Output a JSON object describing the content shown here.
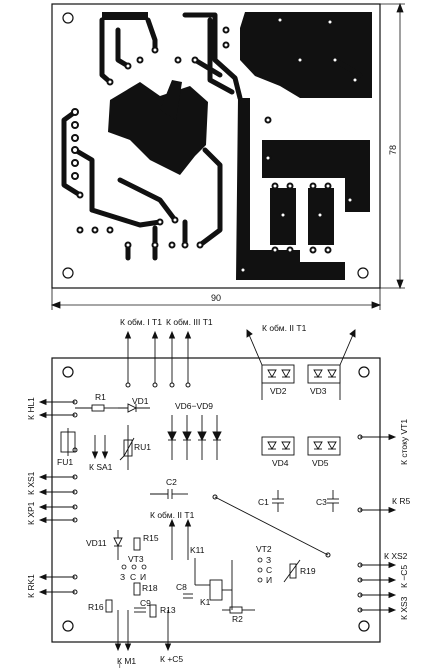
{
  "pcb": {
    "dim_width": "90",
    "dim_height": "78"
  },
  "schematic": {
    "top_labels": [
      "К обм. I Т1",
      "К обм. III Т1",
      "К обм. II Т1"
    ],
    "left_labels": [
      "К HL1",
      "К XS1",
      "К XP1",
      "К RK1"
    ],
    "right_labels": [
      "К стоку VT1",
      "К R5",
      "К XS2",
      "К −C5",
      "К XS3"
    ],
    "bottom_labels": [
      "К М1",
      "К +C5"
    ],
    "mid_label": "К обм. II Т1",
    "components": {
      "R1": "R1",
      "VD1": "VD1",
      "VD6_VD9": "VD6−VD9",
      "RU1": "RU1",
      "FU1": "FU1",
      "SA1": "К SA1",
      "VD2": "VD2",
      "VD3": "VD3",
      "VD4": "VD4",
      "VD5": "VD5",
      "C2": "C2",
      "C1": "C1",
      "C3": "C3",
      "VD11": "VD11",
      "R15": "R15",
      "VT3": "VT3",
      "R18": "R18",
      "C9": "C9",
      "R13": "R13",
      "R16": "R16",
      "C8": "C8",
      "K11": "K11",
      "K1": "K1",
      "R2": "R2",
      "VT2": "VT2",
      "R19": "R19"
    },
    "transistor_pins": [
      "З",
      "С",
      "И"
    ]
  },
  "colors": {
    "ink": "#111111",
    "copper": "#111111"
  }
}
